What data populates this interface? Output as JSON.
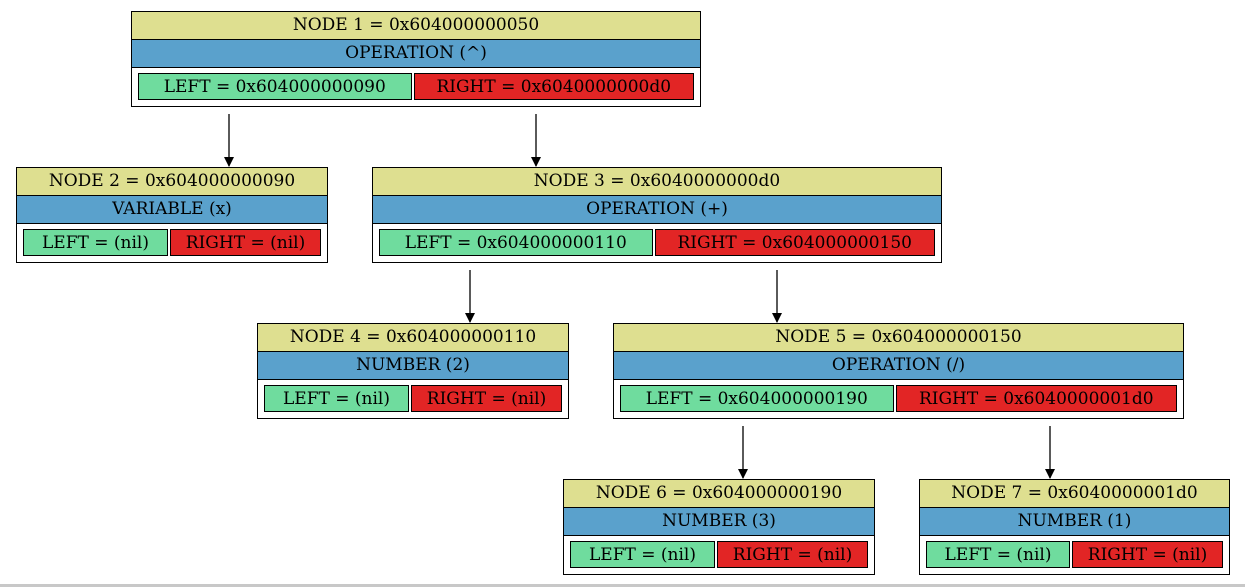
{
  "nodes": [
    {
      "title": "NODE 1 = 0x604000000050",
      "type": "OPERATION (^)",
      "left": "LEFT = 0x604000000090",
      "right": "RIGHT = 0x6040000000d0"
    },
    {
      "title": "NODE 2 = 0x604000000090",
      "type": "VARIABLE (x)",
      "left": "LEFT = (nil)",
      "right": "RIGHT = (nil)"
    },
    {
      "title": "NODE 3 = 0x6040000000d0",
      "type": "OPERATION (+)",
      "left": "LEFT = 0x604000000110",
      "right": "RIGHT = 0x604000000150"
    },
    {
      "title": "NODE 4 = 0x604000000110",
      "type": "NUMBER (2)",
      "left": "LEFT = (nil)",
      "right": "RIGHT = (nil)"
    },
    {
      "title": "NODE 5 = 0x604000000150",
      "type": "OPERATION (/)",
      "left": "LEFT = 0x604000000190",
      "right": "RIGHT = 0x6040000001d0"
    },
    {
      "title": "NODE 6 = 0x604000000190",
      "type": "NUMBER (3)",
      "left": "LEFT = (nil)",
      "right": "RIGHT = (nil)"
    },
    {
      "title": "NODE 7 = 0x6040000001d0",
      "type": "NUMBER (1)",
      "left": "LEFT = (nil)",
      "right": "RIGHT = (nil)"
    }
  ],
  "colors": {
    "title_bg": "#dedf90",
    "type_bg": "#5aa1cc",
    "left_bg": "#6fdc9e",
    "right_bg": "#e22525"
  }
}
